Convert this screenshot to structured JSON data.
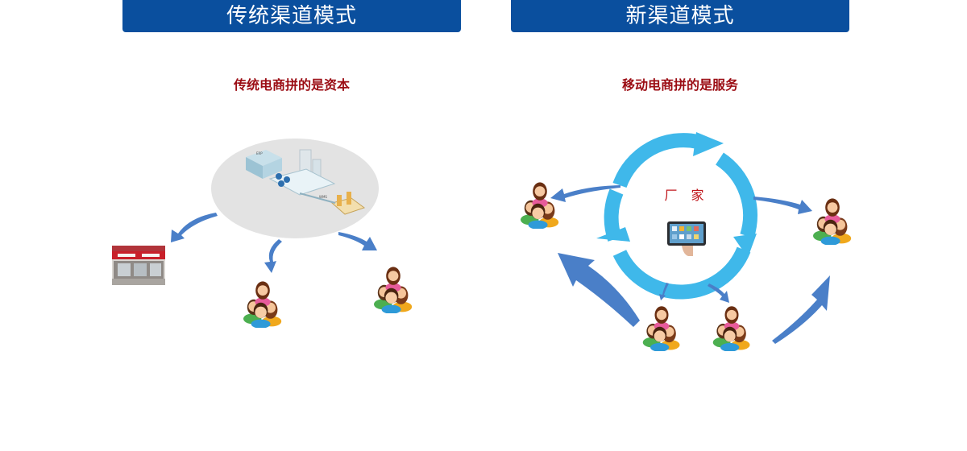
{
  "traditional": {
    "header": "传统渠道模式",
    "subtitle": "传统电商拼的是资本"
  },
  "new_model": {
    "header": "新渠道模式",
    "subtitle": "移动电商拼的是服务",
    "center_label": "厂 家"
  },
  "colors": {
    "header_bg": "#0a4f9e",
    "subtitle_red": "#9b0c13",
    "arrow_blue": "#4a7fc8",
    "cycle_cyan": "#3fb8ea",
    "ellipse_gray": "#e3e3e3"
  },
  "icons": [
    "factory-map-icon",
    "store-front-icon",
    "user-group-icon",
    "phone-in-hand-icon",
    "cycle-arrows-icon"
  ]
}
